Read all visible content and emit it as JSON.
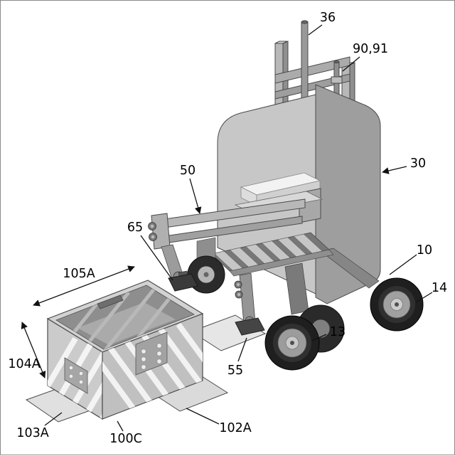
{
  "figure": {
    "background": "#ffffff",
    "line_color": "#111111",
    "description": "Grayscale isometric patent-style drawing: wheeled lift vehicle with mast rods, fork arms, holder pads and wheels, beside a slotted container with flipper plates and dimension arrows"
  },
  "labels": [
    {
      "id": "ref-36",
      "text": "36"
    },
    {
      "id": "ref-90-91",
      "text": "90,91"
    },
    {
      "id": "ref-30",
      "text": "30"
    },
    {
      "id": "ref-50",
      "text": "50"
    },
    {
      "id": "ref-65",
      "text": "65"
    },
    {
      "id": "ref-10",
      "text": "10"
    },
    {
      "id": "ref-14",
      "text": "14"
    },
    {
      "id": "ref-13",
      "text": "13"
    },
    {
      "id": "ref-55",
      "text": "55"
    },
    {
      "id": "ref-105A",
      "text": "105A"
    },
    {
      "id": "ref-104A",
      "text": "104A"
    },
    {
      "id": "ref-103A",
      "text": "103A"
    },
    {
      "id": "ref-100C",
      "text": "100C"
    },
    {
      "id": "ref-102A",
      "text": "102A"
    }
  ]
}
